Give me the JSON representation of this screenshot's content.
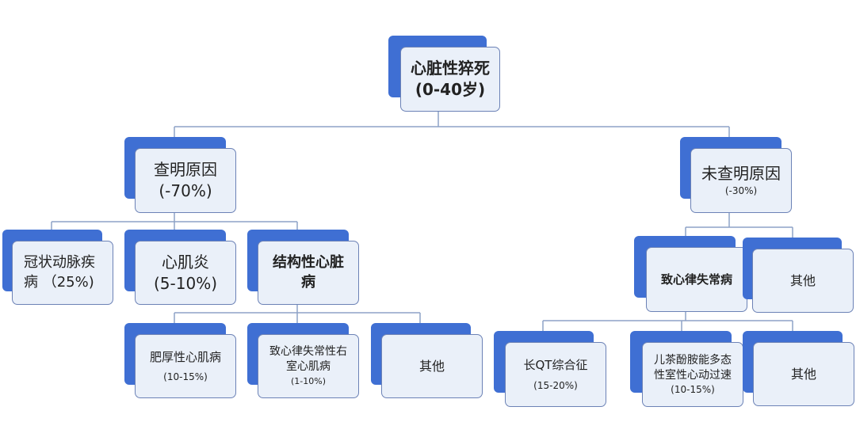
{
  "colors": {
    "back_box": "#3f6fd3",
    "front_box": "#eaf0f9",
    "border": "#6c82b6",
    "connector": "#8ea2c7"
  },
  "root": {
    "line1": "心脏性猝死",
    "line2": "(0-40岁)"
  },
  "found": {
    "line1": "查明原因",
    "line2": "(-70%)"
  },
  "not_found": {
    "line1": "未查明原因",
    "line2": "(-30%)"
  },
  "coronary": {
    "line1": "冠状动脉疾",
    "line2": "病 （25%)"
  },
  "myocarditis": {
    "line1": "心肌炎",
    "line2": "(5-10%)"
  },
  "structural": {
    "line1": "结构性心脏",
    "line2": "病"
  },
  "hcm": {
    "line1": "肥厚性心肌病",
    "line2": "(10-15%)"
  },
  "arvc": {
    "line1": "致心律失常性右",
    "line2": "室心肌病",
    "line3": "(1-10%)"
  },
  "other_structural": {
    "line1": "其他"
  },
  "arrhythmia": {
    "line1": "致心律失常病"
  },
  "other_unknown": {
    "line1": "其他"
  },
  "long_qt": {
    "line1": "长QT综合征",
    "line2": "(15-20%)"
  },
  "cpvt": {
    "line1": "儿茶酚胺能多态",
    "line2": "性室性心动过速",
    "line3": "(10-15%)"
  },
  "other_arrhythmia": {
    "line1": "其他"
  }
}
